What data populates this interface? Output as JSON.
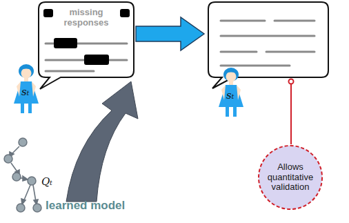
{
  "diagram": {
    "nodes": [
      {
        "text": [
          "missing responses"
        ]
      },
      {
        "text": [
          "Allows quantitative validation"
        ]
      }
    ],
    "labels": [
      "sₜ",
      "sₜ",
      "Qₜ",
      "learned model"
    ]
  }
}
